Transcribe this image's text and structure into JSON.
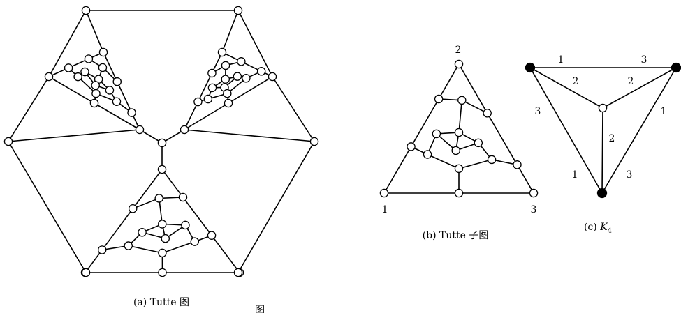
{
  "captions": {
    "a": "(a) Tutte 图",
    "b": "(b) Tutte 子图",
    "c_prefix": "(c) ",
    "c_var": "K",
    "c_sub": "4",
    "footer": "图"
  },
  "subgraph_labels": [
    "2",
    "1",
    "3"
  ],
  "k4_edge_labels": [
    "1",
    "3",
    "2",
    "2",
    "3",
    "1",
    "2",
    "1",
    "3"
  ],
  "colors": {
    "stroke": "#000000",
    "vertex_fill": "#ffffff",
    "terminal_fill": "#000000"
  }
}
